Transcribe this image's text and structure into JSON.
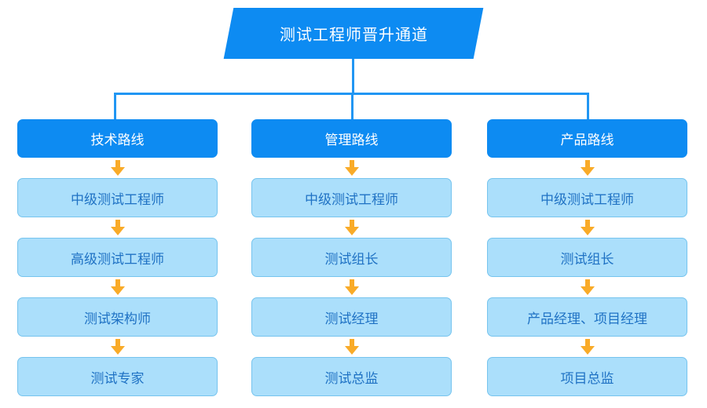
{
  "title": "测试工程师晋升通道",
  "colors": {
    "banner_blue": "#0d8bf2",
    "header_blue": "#0d8bf2",
    "step_fill": "#abdffb",
    "step_border": "#76c4ee",
    "step_text": "#1f72c4",
    "connector_blue": "#2196f3",
    "arrow_orange": "#f9ab28",
    "header_text": "#ffffff",
    "background": "#ffffff"
  },
  "banner": {
    "label": "测试工程师晋升通道"
  },
  "columns": [
    {
      "header": "技术路线",
      "steps": [
        "中级测试工程师",
        "高级测试工程师",
        "测试架构师",
        "测试专家"
      ]
    },
    {
      "header": "管理路线",
      "steps": [
        "中级测试工程师",
        "测试组长",
        "测试经理",
        "测试总监"
      ]
    },
    {
      "header": "产品路线",
      "steps": [
        "中级测试工程师",
        "测试组长",
        "产品经理、项目经理",
        "项目总监"
      ]
    }
  ],
  "icons": {
    "arrow": "arrow-down-icon"
  }
}
